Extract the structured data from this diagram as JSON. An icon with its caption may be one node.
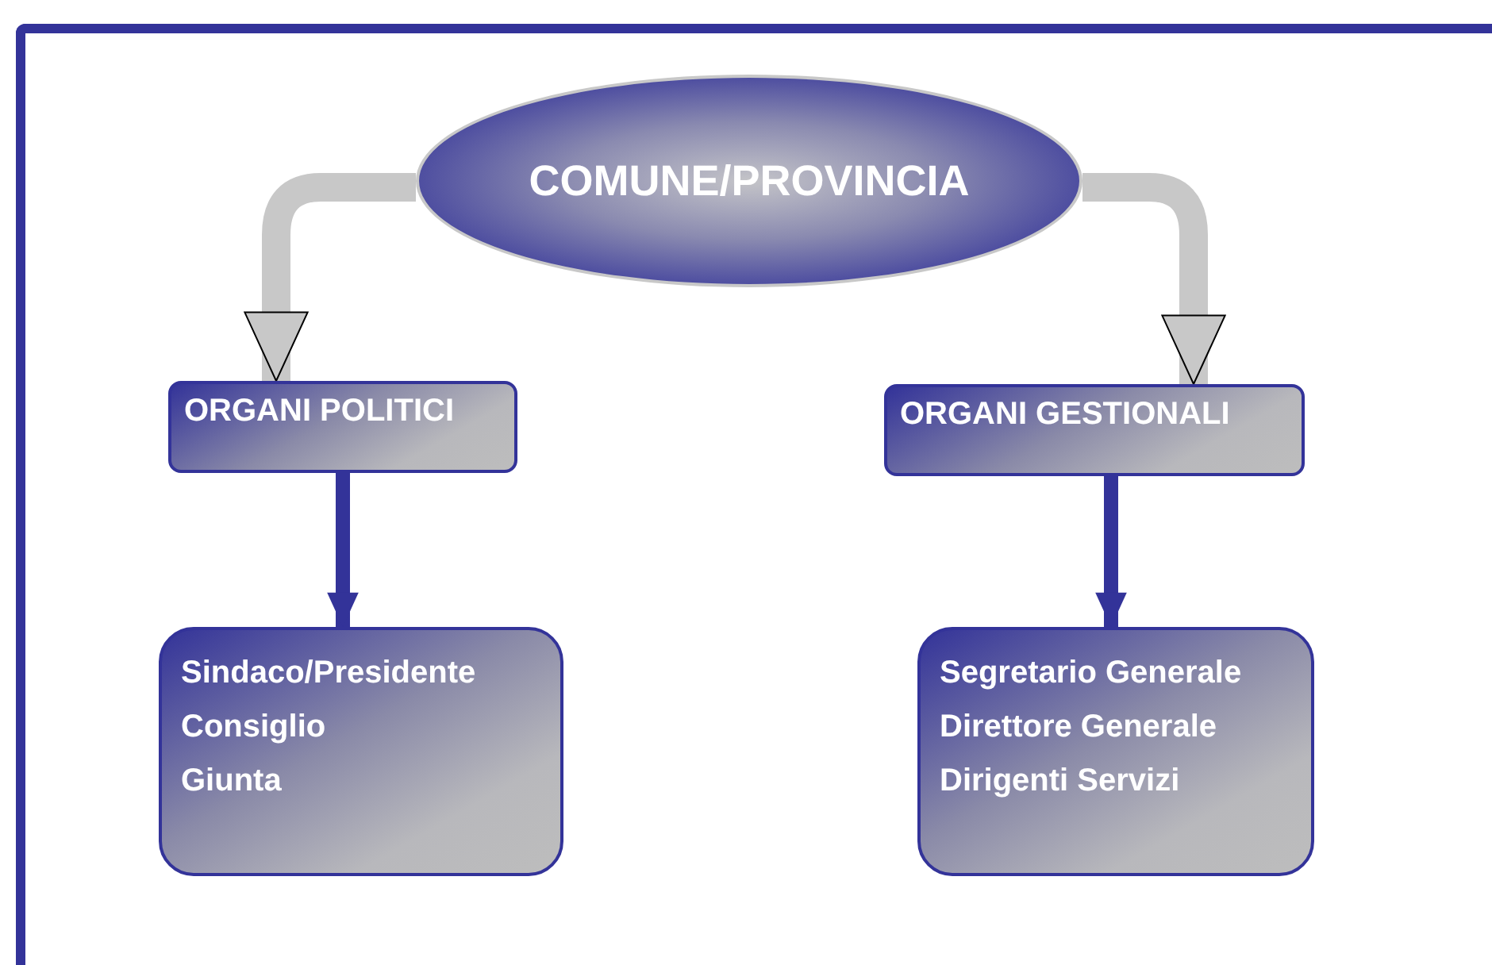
{
  "diagram": {
    "nodes": [
      {
        "text": [
          "COMUNE/PROVINCIA"
        ]
      },
      {
        "text": [
          "ORGANI POLITICI"
        ]
      },
      {
        "text": [
          "ORGANI GESTIONALI"
        ]
      },
      {
        "text": [
          "Sindaco/Presidente",
          "Consiglio",
          "Giunta"
        ]
      },
      {
        "text": [
          "Segretario Generale",
          "Direttore Generale",
          "Dirigenti Servizi"
        ]
      }
    ],
    "edges": [
      {
        "from": 0,
        "to": 1,
        "arrow": "to",
        "style": "thick",
        "color": "#c8c8c8"
      },
      {
        "from": 0,
        "to": 2,
        "arrow": "to",
        "style": "thick",
        "color": "#c8c8c8"
      },
      {
        "from": 1,
        "to": 3,
        "arrow": "to",
        "color": "#333399"
      },
      {
        "from": 2,
        "to": 4,
        "arrow": "to",
        "color": "#333399"
      }
    ]
  }
}
